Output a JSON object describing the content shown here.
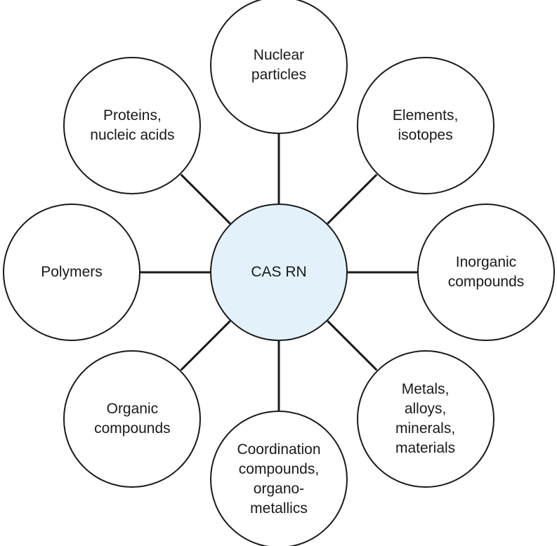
{
  "diagram": {
    "center": {
      "label": "CAS RN",
      "fill": "#e3f2fa"
    },
    "satellites": [
      {
        "key": "nuclear-particles",
        "label": "Nuclear\nparticles"
      },
      {
        "key": "elements-isotopes",
        "label": "Elements,\nisotopes"
      },
      {
        "key": "inorganic-compounds",
        "label": "Inorganic\ncompounds"
      },
      {
        "key": "metals-alloys",
        "label": "Metals,\nalloys,\nminerals,\nmaterials"
      },
      {
        "key": "coordination-compounds",
        "label": "Coordination\ncompounds,\norgano-\nmetallics"
      },
      {
        "key": "organic-compounds",
        "label": "Organic\ncompounds"
      },
      {
        "key": "polymers",
        "label": "Polymers"
      },
      {
        "key": "proteins-nucleic-acids",
        "label": "Proteins,\nnucleic acids"
      }
    ],
    "stroke_color": "#1a1a1a",
    "text_color": "#1a1a1a"
  }
}
